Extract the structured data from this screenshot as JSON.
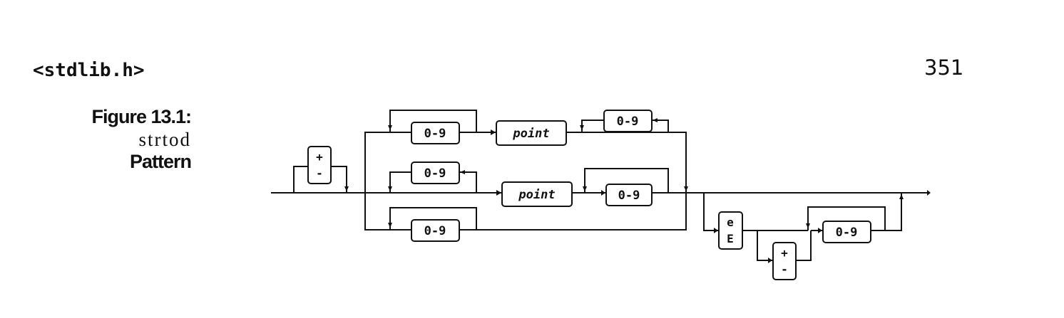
{
  "header": {
    "left_title": "<stdlib.h>",
    "page_number": "351"
  },
  "caption": {
    "line1": "Figure 13.1:",
    "line2": "strtod",
    "line3": "Pattern"
  },
  "diagram": {
    "labels": {
      "sign_plus": "+",
      "sign_minus": "-",
      "digits": "0-9",
      "point": "point",
      "exp_e": "e",
      "exp_E": "E"
    }
  }
}
